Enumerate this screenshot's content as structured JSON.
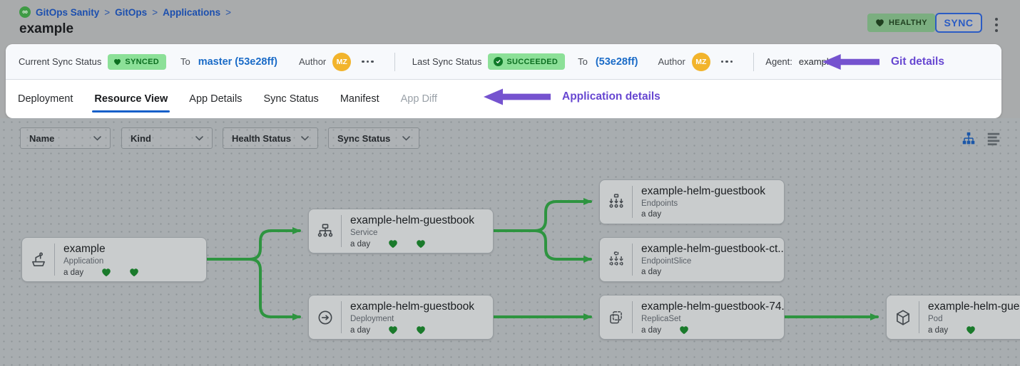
{
  "header": {
    "breadcrumb": [
      "GitOps Sanity",
      "GitOps",
      "Applications"
    ],
    "separator": ">",
    "title": "example",
    "health_badge": "HEALTHY",
    "sync_button": "SYNC"
  },
  "status_bar": {
    "current": {
      "label": "Current Sync Status",
      "badge": "SYNCED",
      "to": "To",
      "target": "master (53e28ff)",
      "author": "Author",
      "initials": "MZ"
    },
    "last": {
      "label": "Last Sync Status",
      "badge": "SUCCEEDED",
      "to": "To",
      "target": "(53e28ff)",
      "author": "Author",
      "initials": "MZ"
    },
    "agent_label": "Agent:",
    "agent_value": "example",
    "annotation": "Git details"
  },
  "tabs": {
    "items": [
      "Deployment",
      "Resource View",
      "App Details",
      "Sync Status",
      "Manifest",
      "App Diff"
    ],
    "active": "Resource View",
    "annotation": "Application details"
  },
  "filters": [
    "Name",
    "Kind",
    "Health Status",
    "Sync Status"
  ],
  "graph": {
    "nodes": [
      {
        "title": "example",
        "kind": "Application",
        "age": "a day",
        "health_hearts": 2
      },
      {
        "title": "example-helm-guestbook",
        "kind": "Service",
        "age": "a day",
        "health_hearts": 2
      },
      {
        "title": "example-helm-guestbook",
        "kind": "Deployment",
        "age": "a day",
        "health_hearts": 2
      },
      {
        "title": "example-helm-guestbook",
        "kind": "Endpoints",
        "age": "a day",
        "health_hearts": 0
      },
      {
        "title": "example-helm-guestbook-ct...",
        "kind": "EndpointSlice",
        "age": "a day",
        "health_hearts": 0
      },
      {
        "title": "example-helm-guestbook-74...",
        "kind": "ReplicaSet",
        "age": "a day",
        "health_hearts": 1
      },
      {
        "title": "example-helm-guest",
        "kind": "Pod",
        "age": "a day",
        "health_hearts": 1
      }
    ]
  },
  "colors": {
    "annotation_purple": "#7553cf",
    "link_blue": "#1a6bc7",
    "badge_green_bg": "#8ce098",
    "badge_green_text": "#0b6e20",
    "edge_green": "#2e9440",
    "heart_green": "#1a7a2b",
    "avatar_orange": "#f2b42c"
  }
}
